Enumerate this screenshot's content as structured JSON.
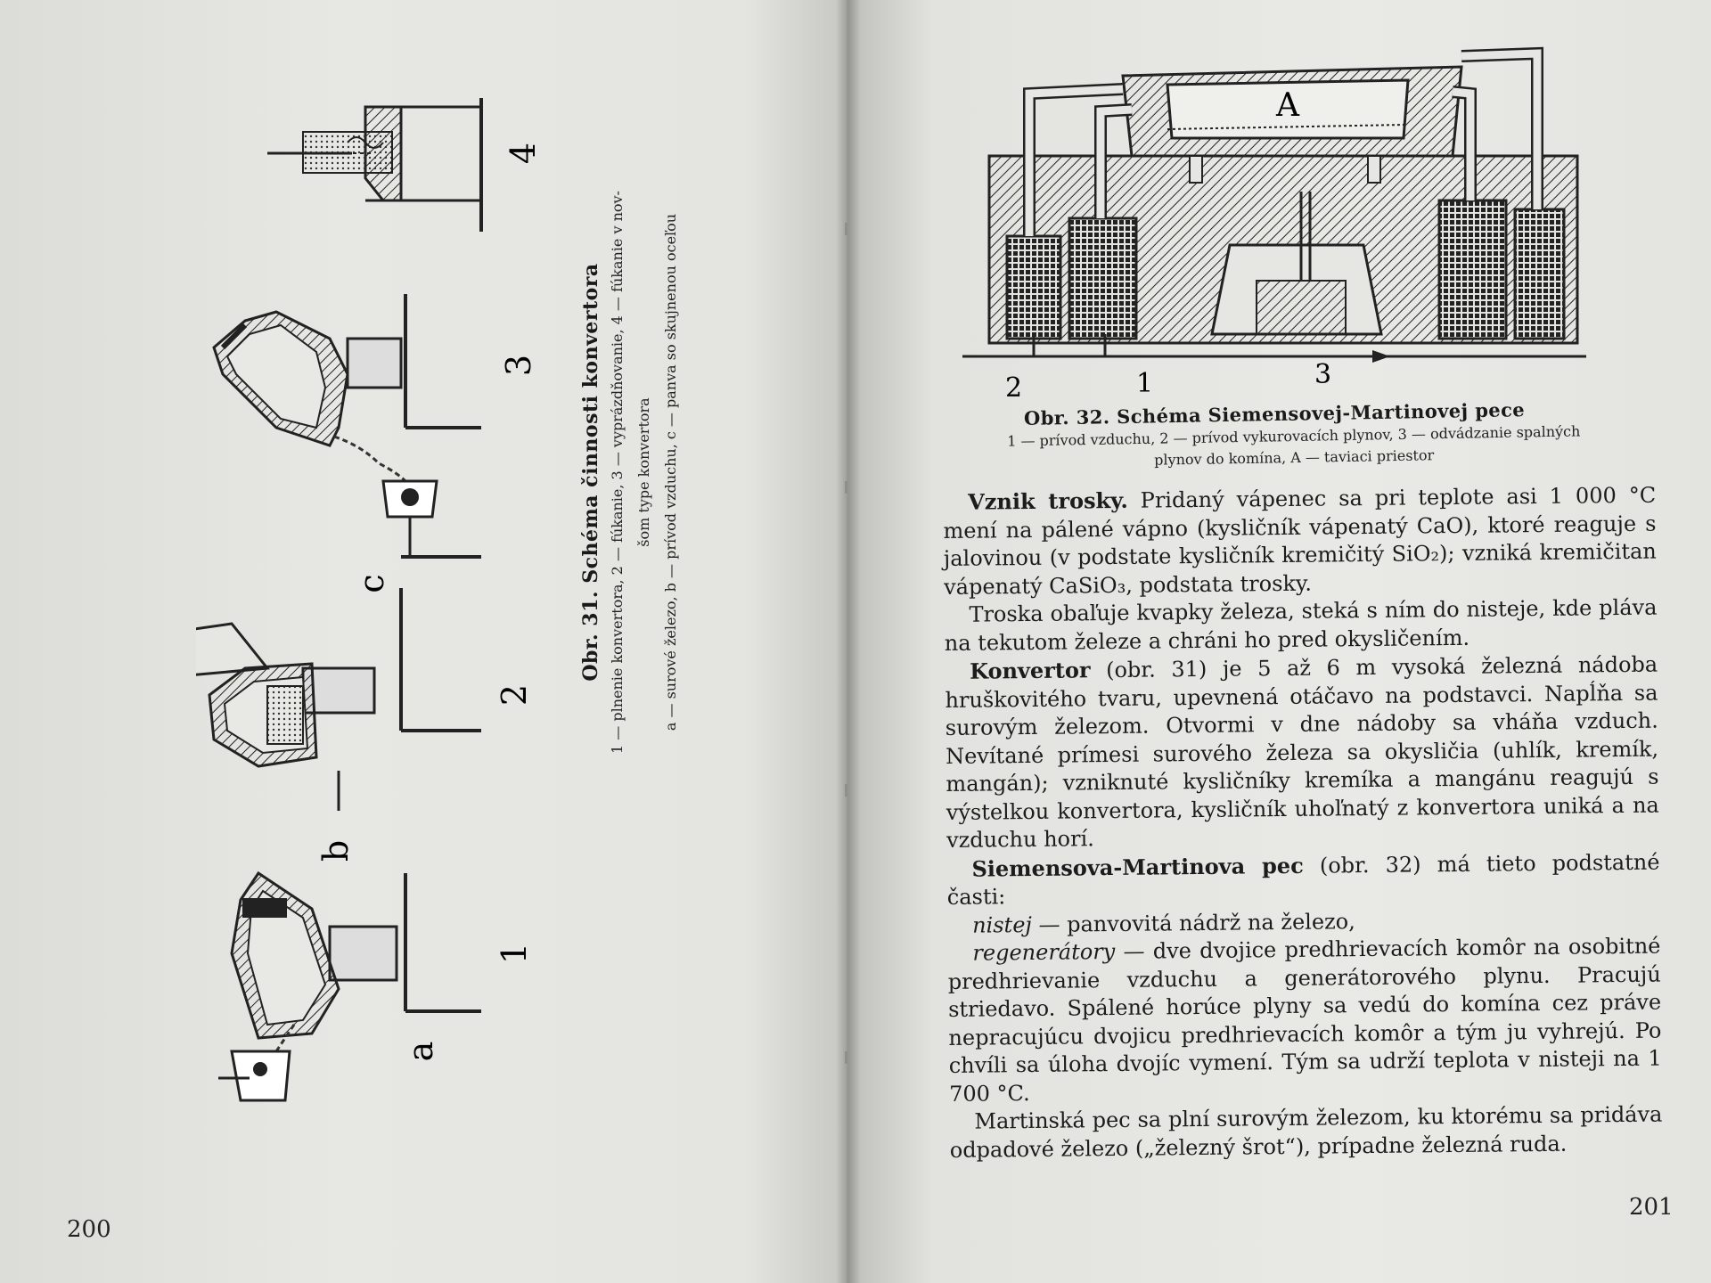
{
  "left_page": {
    "page_number": "200",
    "figure_labels": {
      "stage_1": "1",
      "stage_2": "2",
      "stage_3": "3",
      "stage_4": "4",
      "a": "a",
      "b": "b",
      "c": "c"
    },
    "caption": {
      "title": "Obr. 31. Schéma činnosti konvertora",
      "line1": "1 — plnenie konvertora, 2 — fúkanie, 3 — vyprázdňovanie, 4 — fúkanie v nov-",
      "line2": "šom type konvertora",
      "line3": "a — surové železo, b — prívod vzduchu, c — panva so skujnenou oceľou"
    }
  },
  "right_page": {
    "page_number": "201",
    "figure_labels": {
      "A": "A",
      "n1": "1",
      "n2": "2",
      "n3": "3"
    },
    "caption": {
      "title": "Obr. 32. Schéma Siemensovej-Martinovej pece",
      "line1": "1 — prívod vzduchu, 2 — prívod vykurovacích plynov, 3 — odvádzanie spalných",
      "line2": "plynov do komína, A — taviaci priestor"
    },
    "paragraphs": {
      "p1_term": "Vznik trosky.",
      "p1_text": " Pridaný vápenec sa pri teplote asi 1 000 °C mení na pálené vápno (kysličník vápenatý CaO), ktoré reaguje s jalovinou (v podstate kysličník kremičitý SiO₂); vzniká kremičitan vápenatý CaSiO₃, podstata trosky.",
      "p2": "Troska obaľuje kvapky železa, steká s ním do nisteje, kde pláva na tekutom železe a chráni ho pred okysličením.",
      "p3_term": "Konvertor",
      "p3_text": " (obr. 31) je 5 až 6 m vysoká železná nádoba hruškovitého tvaru, upevnená otáčavo na podstavci. Napĺňa sa surovým železom. Otvormi v dne nádoby sa vháňa vzduch. Nevítané prímesi surového železa sa okysličia (uhlík, kremík, mangán); vzniknuté kysličníky kremíka a mangánu reagujú s výstelkou konvertora, kysličník uhoľnatý z konvertora uniká a na vzduchu horí.",
      "p4_term": "Siemensova-Martinova pec",
      "p4_text": " (obr. 32) má tieto podstatné časti:",
      "p5_term": "nistej",
      "p5_text": " — panvovitá nádrž na železo,",
      "p6_term": "regenerátory",
      "p6_text": " — dve dvojice predhrievacích komôr na osobitné predhrievanie vzduchu a generátorového plynu. Pracujú striedavo. Spálené horúce plyny sa vedú do komína cez práve nepracujúcu dvojicu predhrievacích komôr a tým ju vyhrejú. Po chvíli sa úloha dvojíc vymení. Tým sa udrží teplota v nisteji na 1 700 °C.",
      "p7": "Martinská pec sa plní surovým železom, ku ktorému sa pridáva odpadové železo („železný šrot“), prípadne železná ruda."
    }
  }
}
